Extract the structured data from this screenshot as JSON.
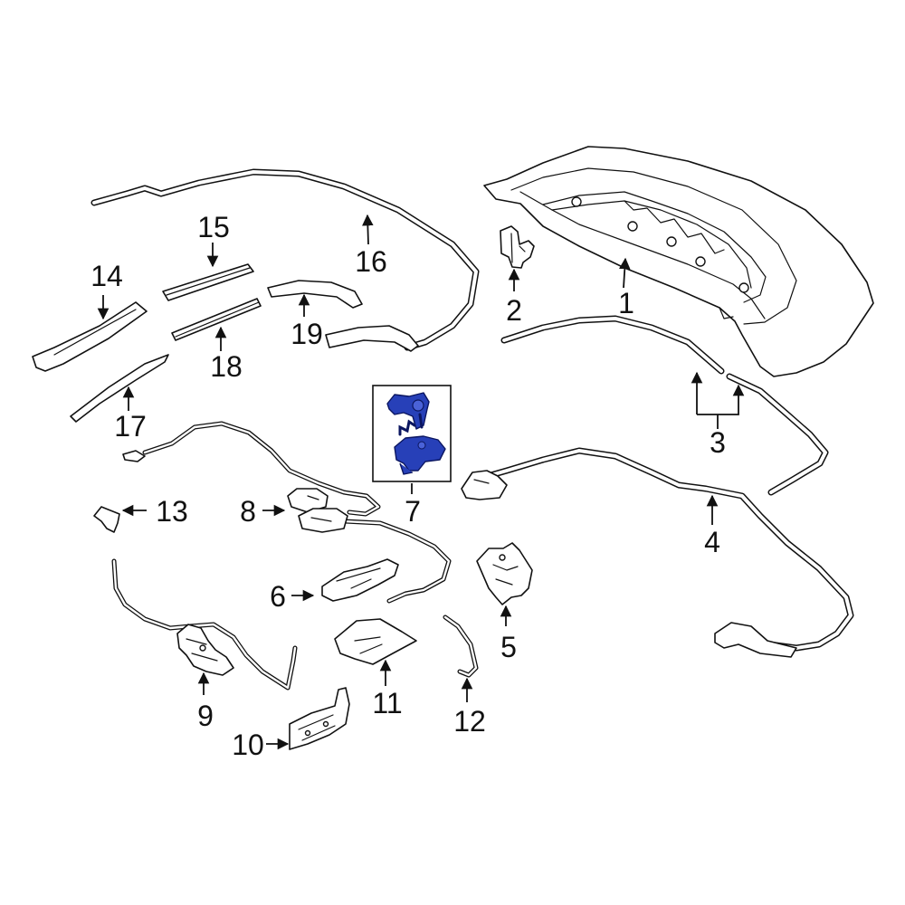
{
  "callouts": {
    "c1": "1",
    "c2": "2",
    "c3": "3",
    "c4": "4",
    "c5": "5",
    "c6": "6",
    "c7": "7",
    "c8": "8",
    "c9": "9",
    "c10": "10",
    "c11": "11",
    "c12": "12",
    "c13": "13",
    "c14": "14",
    "c15": "15",
    "c16": "16",
    "c17": "17",
    "c18": "18",
    "c19": "19"
  },
  "colors": {
    "highlight": "#2740b8",
    "line": "#111111",
    "background": "#ffffff"
  }
}
